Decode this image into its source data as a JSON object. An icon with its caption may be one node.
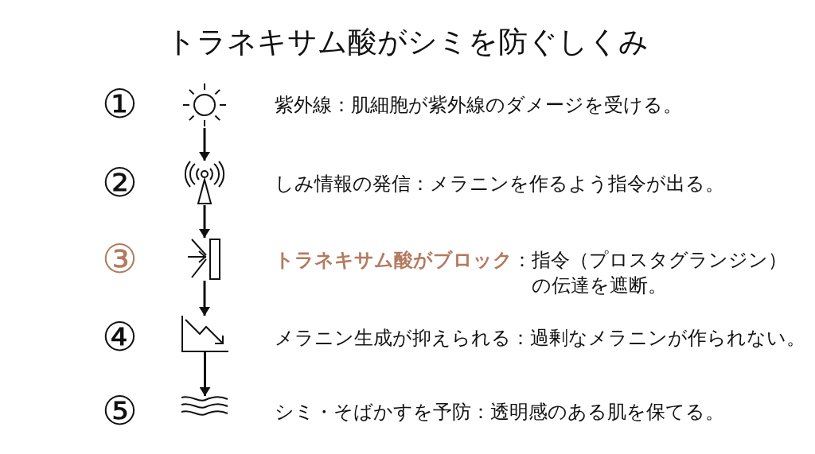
{
  "diagram": {
    "title": "トラネキサム酸がシミを防ぐしくみ",
    "nodes": [
      {
        "text": [],
        "shape": "picture",
        "beside": [
          "①",
          "紫外線：肌細胞が紫外線のダメージを受ける。"
        ]
      },
      {
        "text": [],
        "shape": "picture",
        "beside": [
          "②",
          "しみ情報の発信：メラニンを作るよう指令が出る。"
        ]
      },
      {
        "text": [],
        "shape": "picture",
        "beside": [
          "③",
          "トラネキサム酸がブロック",
          "：指令（プロスタグランジン）の伝達を遮断。"
        ]
      },
      {
        "text": [],
        "shape": "picture",
        "beside": [
          "④",
          "メラニン生成が抑えられる：過剰なメラニンが作られない。"
        ]
      },
      {
        "text": [],
        "shape": "picture",
        "beside": [
          "⑤",
          "シミ・そばかすを予防：透明感のある肌を保てる。"
        ]
      }
    ],
    "edges": [
      {
        "from": 0,
        "to": 1,
        "arrow": "to"
      },
      {
        "from": 1,
        "to": 2,
        "arrow": "to"
      },
      {
        "from": 2,
        "to": 3,
        "arrow": "to"
      },
      {
        "from": 3,
        "to": 4,
        "arrow": "to"
      }
    ]
  }
}
